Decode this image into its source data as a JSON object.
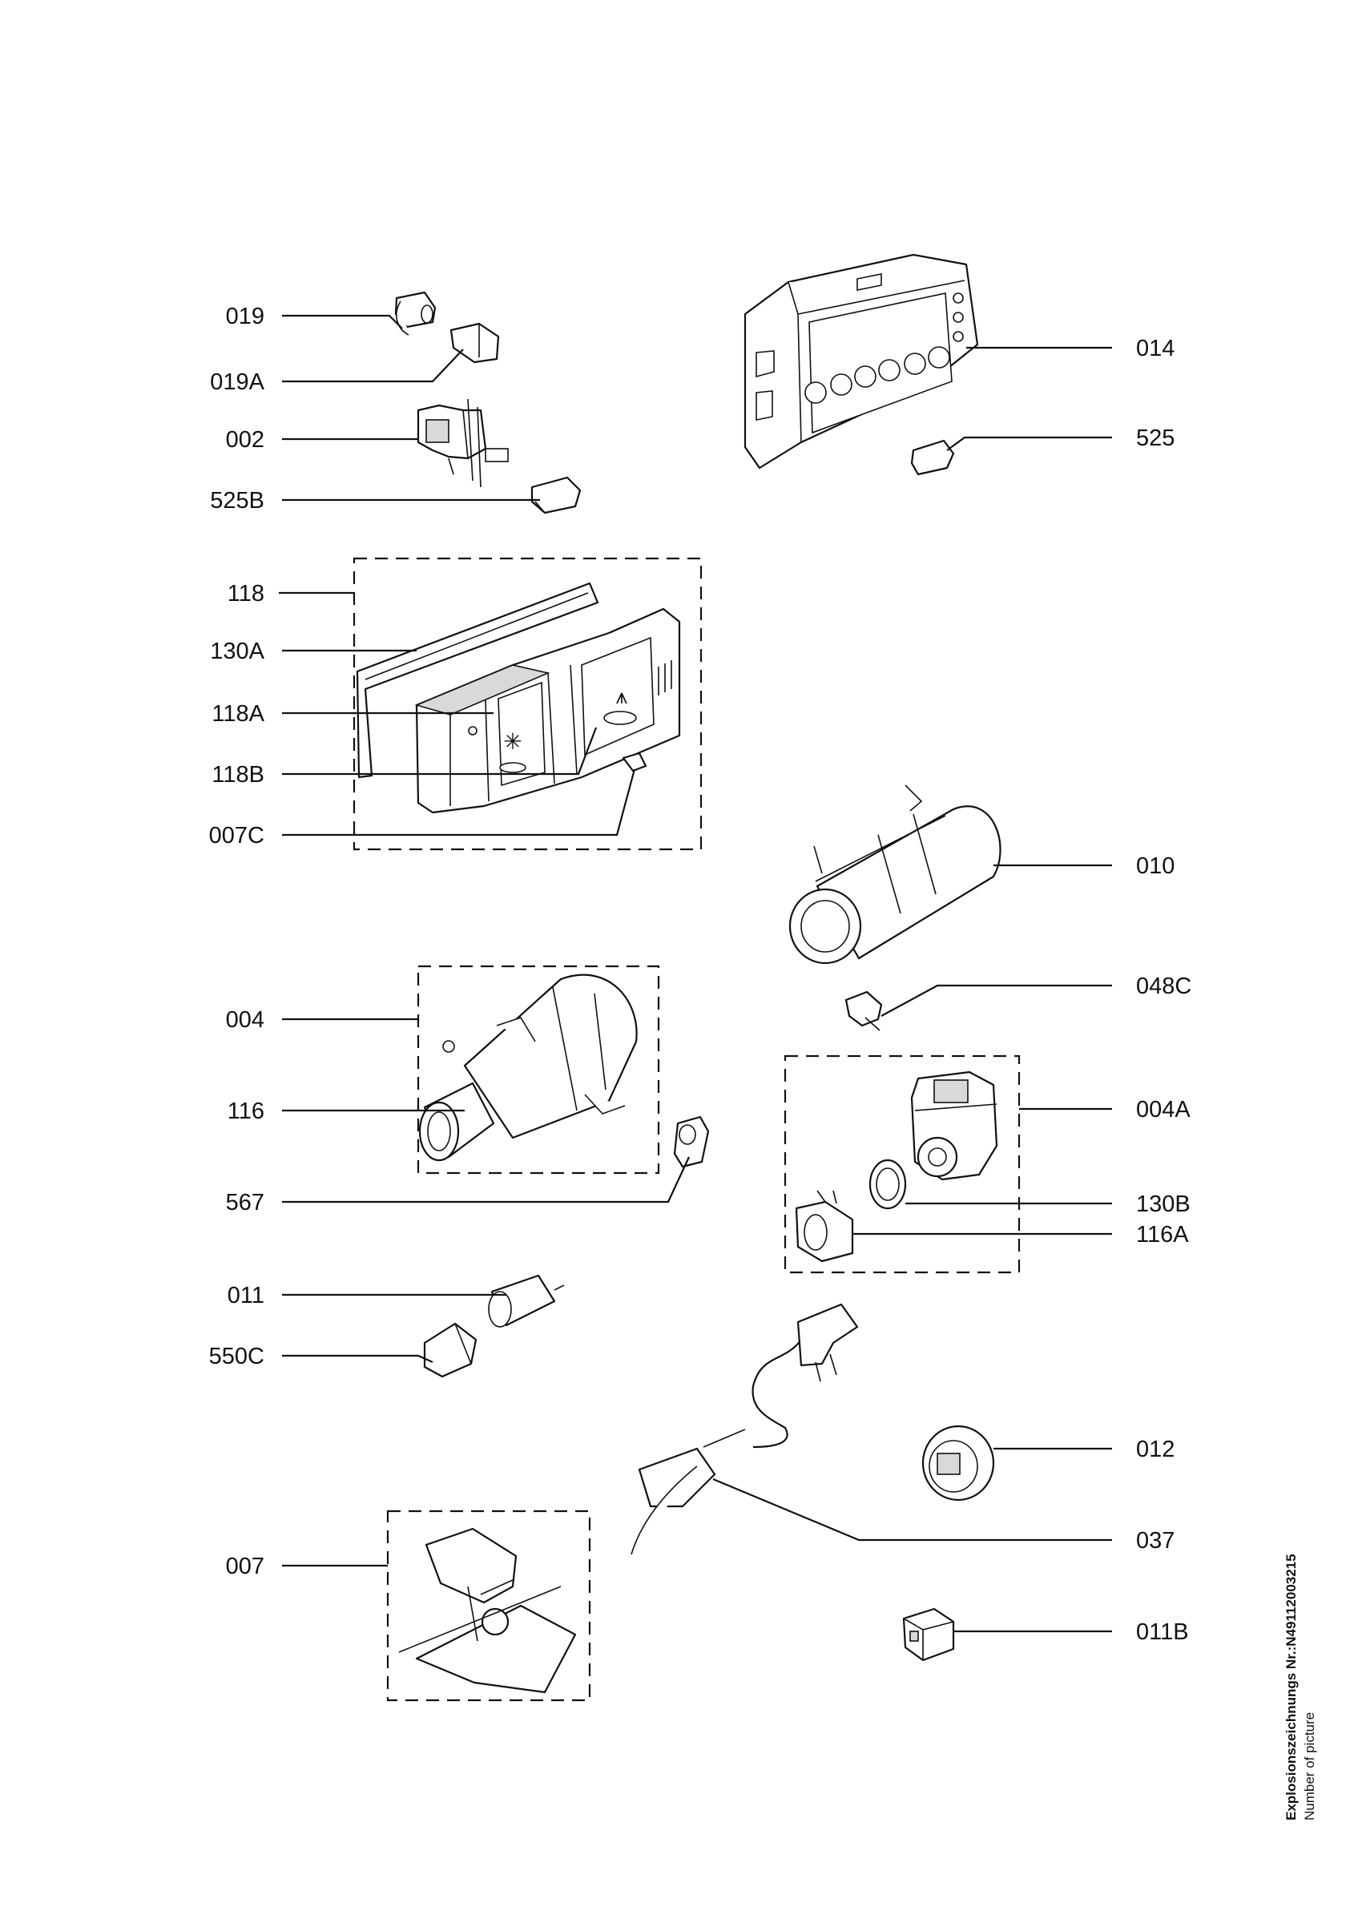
{
  "labels": {
    "l019": "019",
    "l019A": "019A",
    "l002": "002",
    "l525B": "525B",
    "l118": "118",
    "l130A": "130A",
    "l118A": "118A",
    "l118B": "118B",
    "l007C": "007C",
    "l004": "004",
    "l116": "116",
    "l567": "567",
    "l011": "011",
    "l550C": "550C",
    "l007": "007",
    "l014": "014",
    "l525": "525",
    "l010": "010",
    "l048C": "048C",
    "l004A": "004A",
    "l130B": "130B",
    "l116A": "116A",
    "l012": "012",
    "l037": "037",
    "l011B": "011B"
  },
  "footer": {
    "title": "Explosionszeichnungs Nr.:N49112003215",
    "subtitle": "Number of picture"
  },
  "colors": {
    "line": "#111111",
    "background": "#ffffff"
  }
}
